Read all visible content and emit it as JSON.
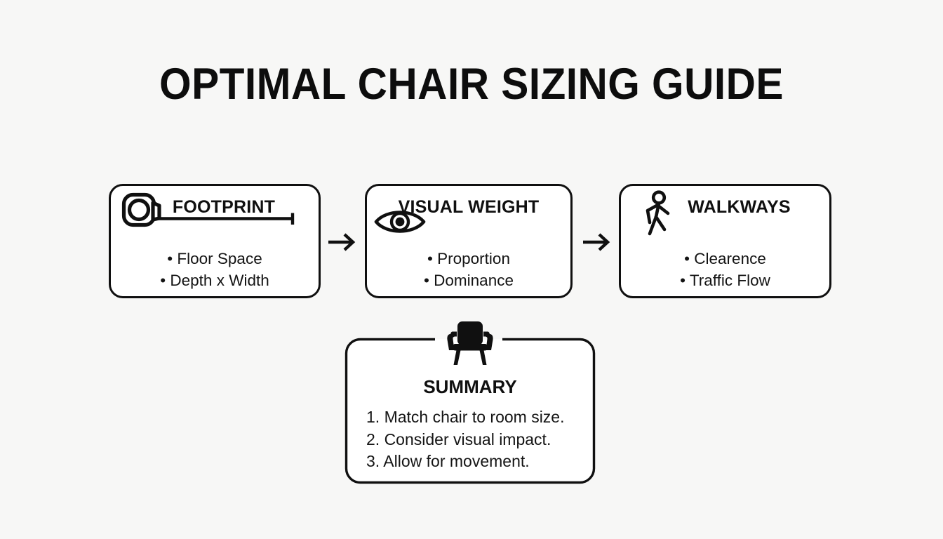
{
  "title": "OPTIMAL CHAIR SIZING GUIDE",
  "background_color": "#f7f7f6",
  "ink_color": "#101010",
  "steps": [
    {
      "id": "footprint",
      "title": "FOOTPRINT",
      "icon": "tape-measure-icon",
      "bullets": [
        "• Floor Space",
        "• Depth x Width"
      ]
    },
    {
      "id": "visual-weight",
      "title": "VISUAL WEIGHT",
      "icon": "eye-icon",
      "bullets": [
        "• Proportion",
        "• Dominance"
      ]
    },
    {
      "id": "walkways",
      "title": "WALKWAYS",
      "icon": "walking-person-icon",
      "bullets": [
        "• Clearence",
        "• Traffic Flow"
      ]
    }
  ],
  "connectors": [
    {
      "id": "arrow-1",
      "icon": "arrow-right-icon"
    },
    {
      "id": "arrow-2",
      "icon": "arrow-right-icon"
    }
  ],
  "summary": {
    "icon": "armchair-icon",
    "title": "SUMMARY",
    "items": [
      "1. Match chair to room size.",
      "2. Consider visual impact.",
      "3. Allow for movement."
    ]
  }
}
